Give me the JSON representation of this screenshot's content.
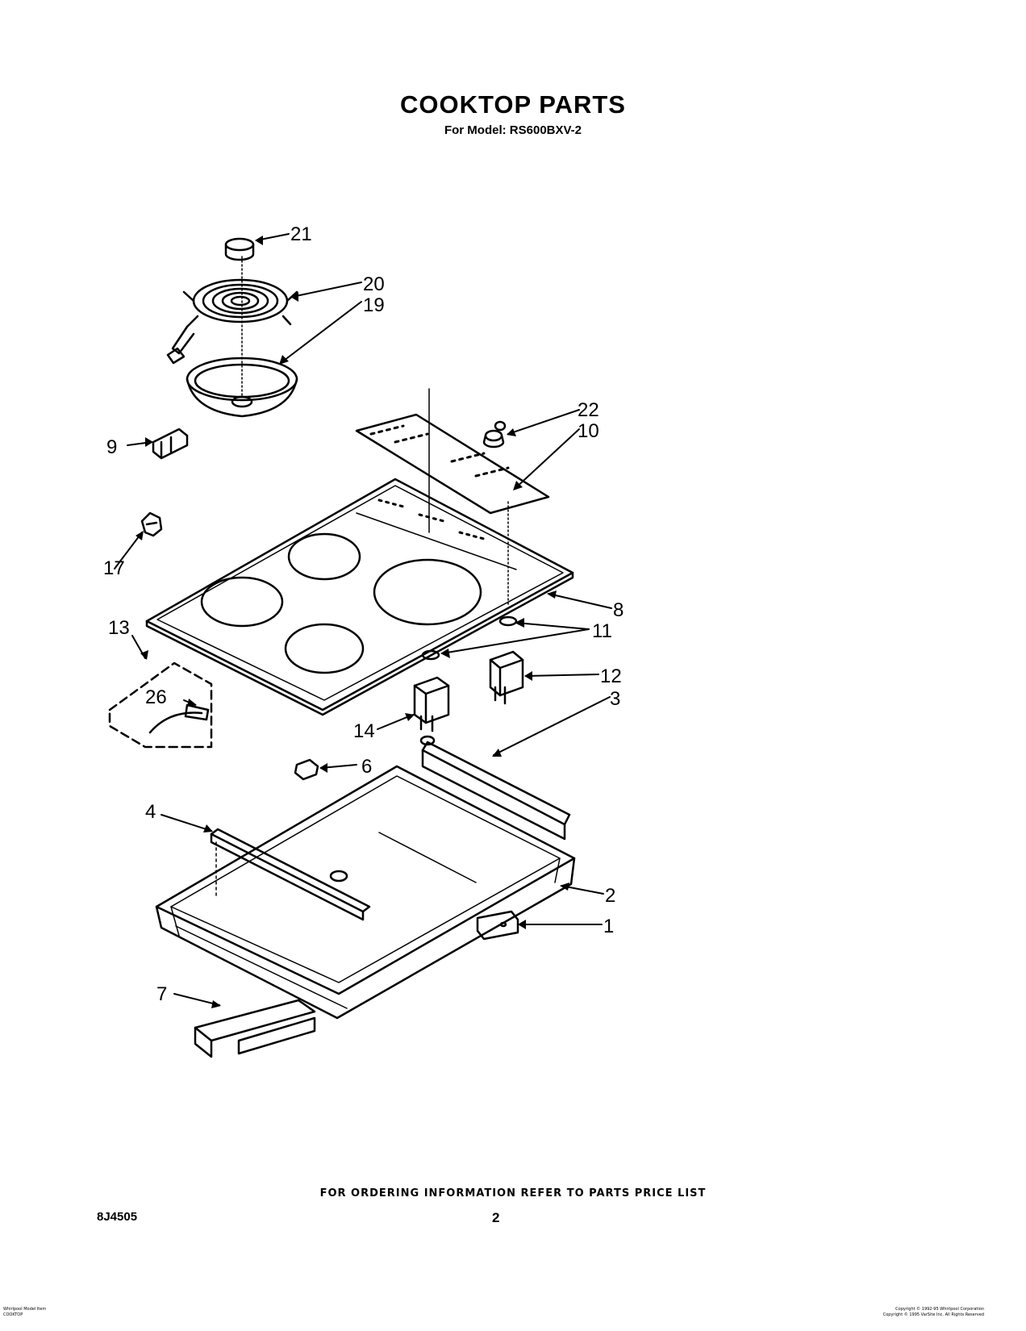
{
  "header": {
    "title": "COOKTOP PARTS",
    "subtitle": "For Model: RS600BXV-2"
  },
  "callouts": [
    "21",
    "20",
    "19",
    "22",
    "10",
    "9",
    "17",
    "8",
    "11",
    "13",
    "26",
    "12",
    "3",
    "14",
    "6",
    "4",
    "2",
    "1",
    "7"
  ],
  "footer": {
    "ordering_note": "FOR ORDERING INFORMATION REFER TO PARTS PRICE LIST",
    "doc_number": "8J4505",
    "page_number": "2",
    "left_small_line1": "Whirlpool Model Item",
    "left_small_line2": "COOKTOP",
    "right_small_line1": "Copyright © 1992-95 Whirlpool Corporation",
    "right_small_line2": "Copyright © 1995 VarSite Inc. All Rights Reserved"
  }
}
